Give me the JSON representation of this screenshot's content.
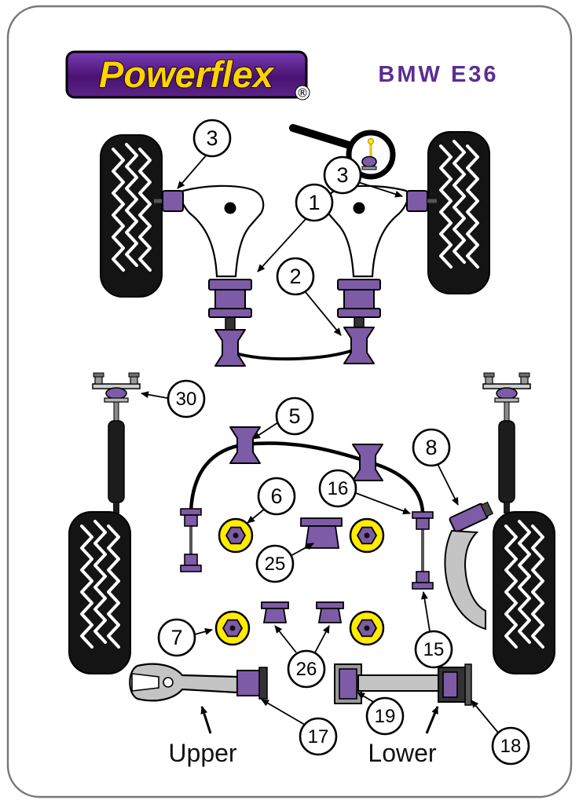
{
  "header": {
    "brand": "Powerflex",
    "registered": "®",
    "model": "BMW E36"
  },
  "labels": {
    "upper": "Upper",
    "lower": "Lower"
  },
  "callouts": {
    "c1": "1",
    "c2": "2",
    "c3_front_left": "3",
    "c3_front_right": "3",
    "c5": "5",
    "c6": "6",
    "c7": "7",
    "c8": "8",
    "c15": "15",
    "c16": "16",
    "c17": "17",
    "c18": "18",
    "c19": "19",
    "c25": "25",
    "c26": "26",
    "c30": "30"
  },
  "colors": {
    "bushing_purple": "#7d5ba6",
    "logo_purple_dark": "#4a1272",
    "logo_purple_light": "#7b3cb8",
    "brand_yellow": "#ffd200",
    "model_purple": "#5c2d91",
    "bush_yellow": "#ffec00",
    "tire_black": "#141414",
    "metal_gray": "#c4c4c4"
  }
}
